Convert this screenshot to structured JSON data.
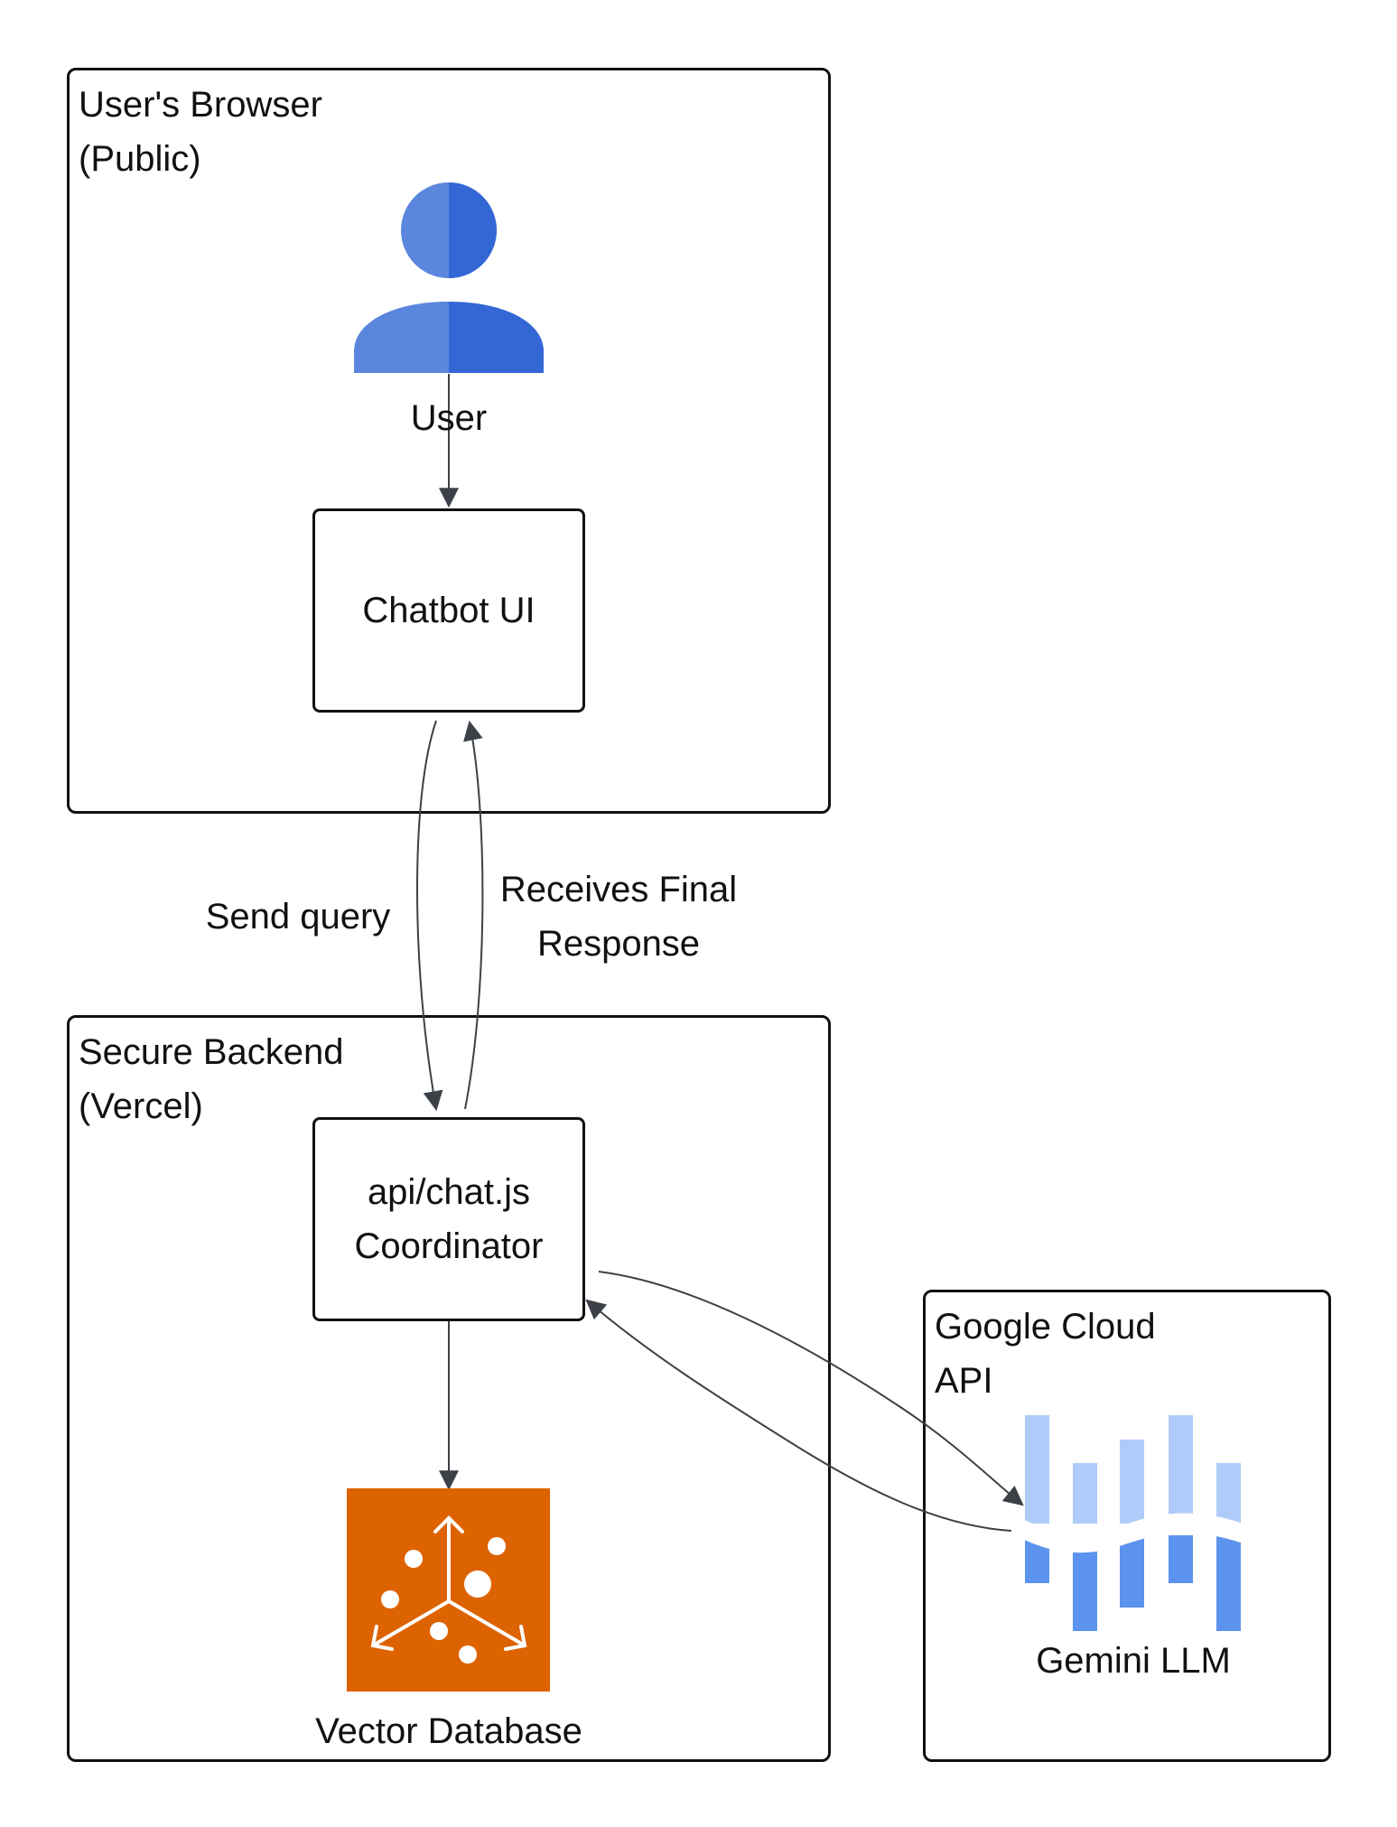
{
  "groups": {
    "browser": {
      "title": "User's Browser\n(Public)"
    },
    "backend": {
      "title": "Secure Backend\n(Vercel)"
    },
    "cloud": {
      "title": "Google Cloud\nAPI"
    }
  },
  "nodes": {
    "user": {
      "label": "User",
      "icon": "user-icon"
    },
    "chatbot": {
      "label": "Chatbot UI"
    },
    "coordinator": {
      "label": "api/chat.js\nCoordinator"
    },
    "vectordb": {
      "label": "Vector Database",
      "icon": "vector-database-icon"
    },
    "gemini": {
      "label": "Gemini LLM",
      "icon": "gemini-icon"
    }
  },
  "edges": {
    "send_query": "Send query",
    "receives_final": "Receives Final\nResponse"
  },
  "colors": {
    "user_left": "#5b86dd",
    "user_right": "#3367d6",
    "db_bg": "#dd6200",
    "gemini_light": "#aecbfa",
    "gemini_dark": "#5b93ee",
    "stroke": "#3c4148"
  }
}
